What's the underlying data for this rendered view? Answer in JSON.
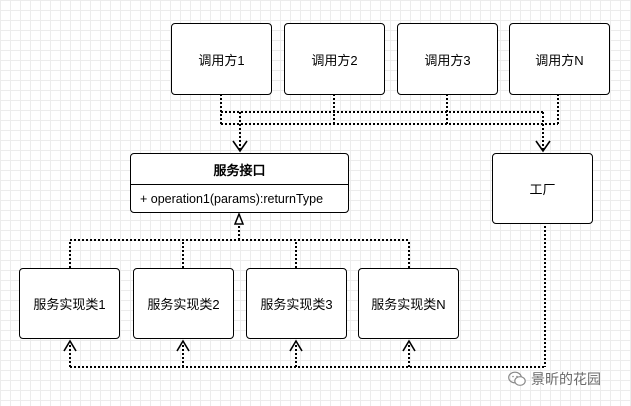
{
  "callers": [
    {
      "label": "调用方1"
    },
    {
      "label": "调用方2"
    },
    {
      "label": "调用方3"
    },
    {
      "label": "调用方N"
    }
  ],
  "service_interface": {
    "title": "服务接口",
    "method": "+ operation1(params):returnType"
  },
  "factory": {
    "label": "工厂"
  },
  "implementations": [
    {
      "label": "服务实现类1"
    },
    {
      "label": "服务实现类2"
    },
    {
      "label": "服务实现类3"
    },
    {
      "label": "服务实现类N"
    }
  ],
  "watermark": {
    "text": "景昕的花园",
    "icon": "wechat-icon"
  }
}
